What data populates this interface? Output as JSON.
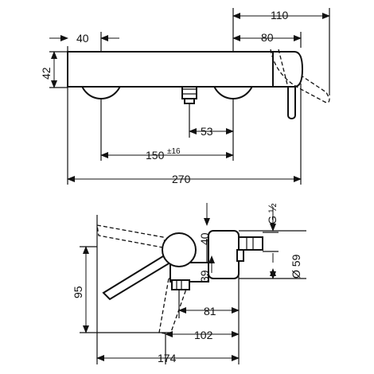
{
  "front_view": {
    "dim_40": "40",
    "dim_110": "110",
    "dim_80": "80",
    "dim_42": "42",
    "dim_53": "53",
    "dim_150": "150",
    "dim_150_tol": "±16",
    "dim_270": "270"
  },
  "side_view": {
    "thread_label": "G ½",
    "dim_40": "40",
    "dim_39": "39",
    "dim_59": "Ø 59",
    "dim_95": "95",
    "dim_81": "81",
    "dim_102": "102",
    "dim_174": "174"
  }
}
